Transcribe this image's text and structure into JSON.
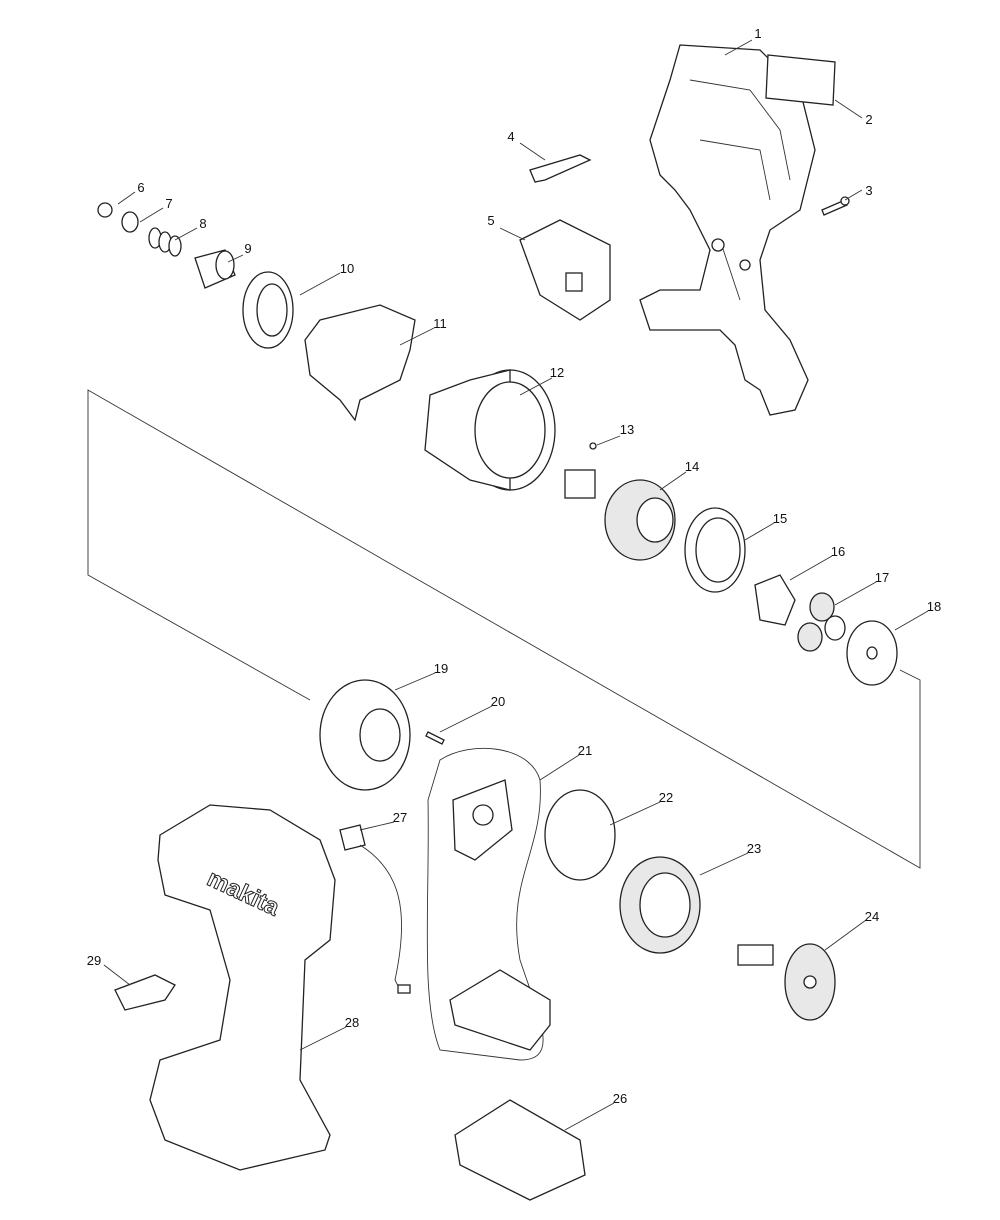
{
  "diagram": {
    "type": "exploded-parts-diagram",
    "brand_logo_text": "makita",
    "part_numbers": [
      "1",
      "2",
      "3",
      "4",
      "5",
      "6",
      "7",
      "8",
      "9",
      "10",
      "11",
      "12",
      "13",
      "14",
      "15",
      "16",
      "17",
      "18",
      "19",
      "20",
      "21",
      "22",
      "23",
      "24",
      "26",
      "27",
      "28",
      "29"
    ]
  }
}
